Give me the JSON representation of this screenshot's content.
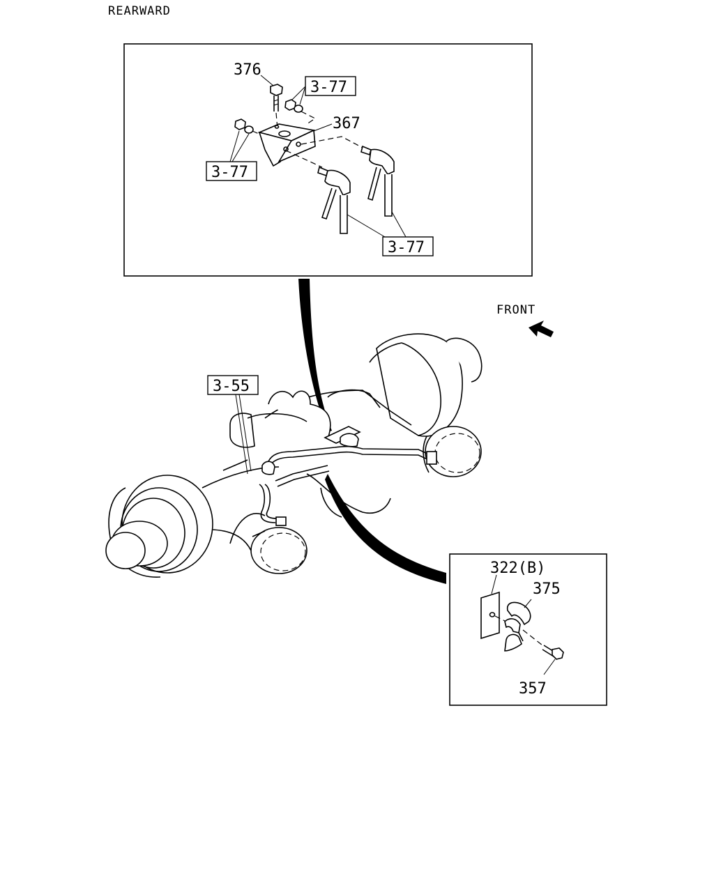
{
  "direction_labels": {
    "rearward": "REARWARD",
    "front": "FRONT"
  },
  "detail_top": {
    "part_376": "376",
    "part_367": "367",
    "ref_a": "3-77",
    "ref_b": "3-77",
    "ref_c": "3-77"
  },
  "main_view": {
    "ref_3_55": "3-55"
  },
  "detail_bottom": {
    "part_322b": "322(B)",
    "part_375": "375",
    "part_357": "357"
  }
}
